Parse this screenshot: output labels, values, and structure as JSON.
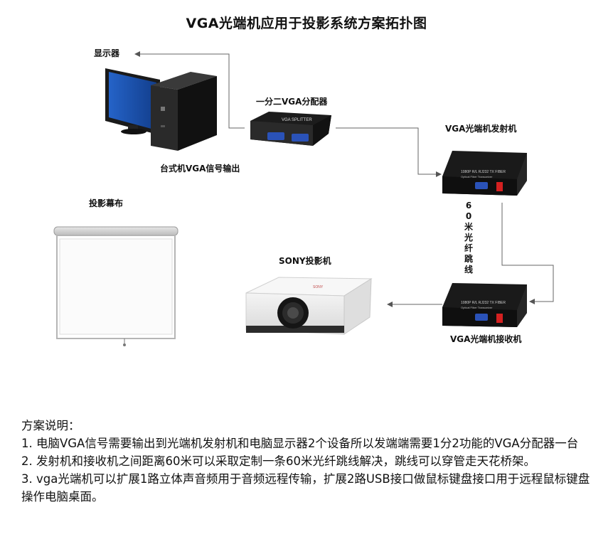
{
  "title": "VGA光端机应用于投影系统方案拓扑图",
  "labels": {
    "monitor": "显示器",
    "desktop": "台式机VGA信号输出",
    "splitter": "一分二VGA分配器",
    "transmitter": "VGA光端机发射机",
    "screen": "投影幕布",
    "projector": "SONY投影机",
    "receiver": "VGA光端机接收机",
    "fiber": "60米光纤跳线"
  },
  "description": {
    "heading": "方案说明：",
    "items": [
      "1. 电脑VGA信号需要输出到光端机发射机和电脑显示器2个设备所以发端端需要1分2功能的VGA分配器一台",
      "2. 发射机和接收机之间距离60米可以采取定制一条60米光纤跳线解决，跳线可以穿管走天花桥架。",
      "3. vga光端机可以扩展1路立体声音频用于音频远程传输，扩展2路USB接口做鼠标键盘接口用于远程鼠标键盘操作电脑桌面。"
    ]
  },
  "device_text": {
    "splitter_brand": "VGA SPLITTER",
    "optical_panel": "1080P   R/L   RJ232   TX   FIBER",
    "optical_sub": "Optical Fiber Transceiver",
    "projector_brand": "SONY"
  },
  "colors": {
    "monitor_screen": "#1a4fa8",
    "device_body": "#141414",
    "connector_blue": "#2a52b8",
    "fiber_red": "#d42020",
    "connector_line": "#666666"
  },
  "icons": {
    "monitor": "monitor-icon",
    "desktop": "desktop-tower-icon",
    "splitter": "vga-splitter-icon",
    "transmitter": "fiber-transmitter-icon",
    "receiver": "fiber-receiver-icon",
    "screen": "projection-screen-icon",
    "projector": "projector-icon"
  }
}
